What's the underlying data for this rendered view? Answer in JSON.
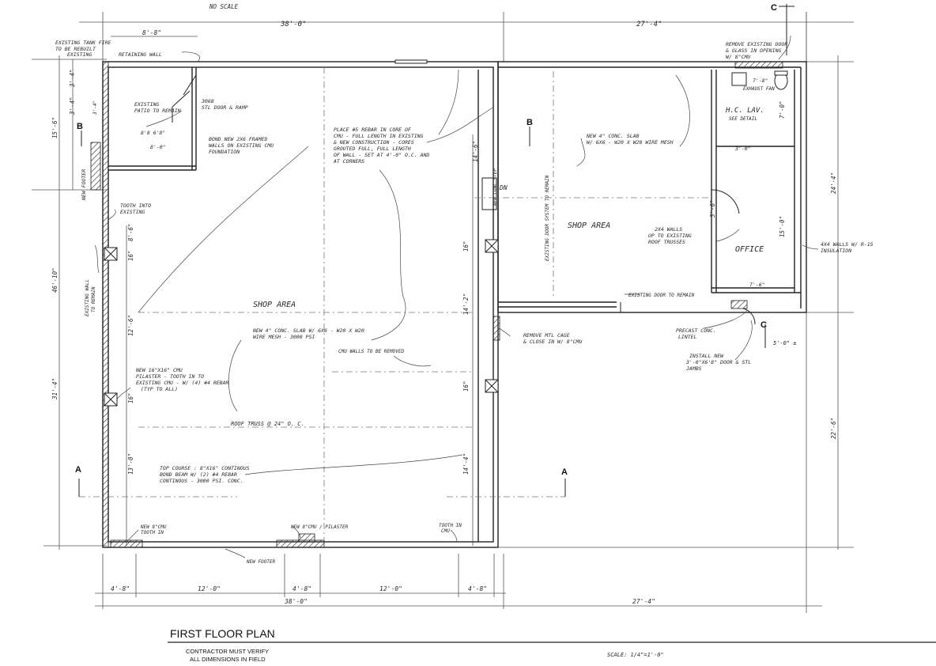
{
  "header": {
    "scale_top": "NO SCALE",
    "dim_left_overall": "38'-0\"",
    "dim_right_overall": "27'-4\"",
    "dim_small_top": "8'-8\""
  },
  "notes": {
    "existing_fire": "EXISTING TANK FIRE",
    "to_be_rebuilt": "TO BE REBUILT",
    "existing": "EXISTING",
    "retaining_wall": "RETAINING WALL",
    "remove_existing_door": "REMOVE EXISTING DOOR",
    "glass_opening": "& GLASS IN OPENING",
    "with_cmu": "W/ 8\"CMU",
    "existing_patio": "EXISTING",
    "patio_to_remain": "PATIO TO REMAIN",
    "door_ramp": "3068",
    "door_ramp_2": "STL DOOR & RAMP",
    "opening_w": "8'8 6'8\"",
    "opening_w2": "8'-0\"",
    "bond_new": "BOND NEW 2X6 FRAMED",
    "walls_on_existing": "WALLS ON EXISTING CMU",
    "foundation": "FOUNDATION",
    "place_rebar_1": "PLACE #5 REBAR IN CORE OF",
    "place_rebar_2": "CMU - FULL LENGTH IN EXISTING",
    "place_rebar_3": "& NEW CONSTRUCTION - CORES",
    "place_rebar_4": "GROUTED FULL, FULL LENGTH",
    "place_rebar_5": "OF WALL - SET AT 4'-0\" O.C. AND",
    "place_rebar_6": "AT CORNERS",
    "new_slab_right_1": "NEW 4\" CONC. SLAB",
    "new_slab_right_2": "W/ 6X6 - W20 X W20 WIRE MESH",
    "exhaust_fan": "EXHAUST FAN",
    "hc_lav": "H.C. LAV.",
    "see_detail": "SEE DETAIL",
    "dim_7_8": "7'-8\"",
    "dim_7_0": "7'-0\"",
    "dim_3_0": "3'-0\"",
    "dim_15_0": "15'-0\"",
    "dim_7_6": "7'-6\"",
    "new_footer": "NEW FOOTER",
    "tooth_into_1": "TOOTH INTO",
    "tooth_into_2": "EXISTING",
    "existing_door_remain": "EXISTING DOOR TO REMAIN",
    "existing_door_system": "EXISTING DOOR SYSTEM TO REMAIN",
    "shop_area_right": "SHOP AREA",
    "shop_area_left": "SHOP  AREA",
    "office": "OFFICE",
    "walls_2x4_1": "2X4 WALLS",
    "walls_2x4_2": "UP TO EXISTING",
    "walls_2x4_3": "ROOF TRUSSES",
    "walls_4x4_1": "4X4 WALLS W/ R-15",
    "walls_4x4_2": "INSULATION",
    "dn": "DN",
    "new_steps": "NEW CONC STEP",
    "existing_door_to_remain_2": "EXISTING DOOR TO REMAIN",
    "precast_1": "PRECAST CONC.",
    "precast_2": "LINTEL",
    "install_new_1": "INSTALL NEW",
    "install_new_2": "3'-0\"X6'8\" DOOR & STL",
    "install_new_3": "JAMBS",
    "dim_5_0": "5'-0\" ±",
    "new_slab_left_1": "NEW 4\" CONC. SLAB W/ 6X6 - W20 X W20",
    "new_slab_left_2": "WIRE MESH - 3000 PSI",
    "cmu_walls_removed": "CMU WALLS TO BE REMOVED",
    "remove_mtl_1": "REMOVE MTL CAGE",
    "remove_mtl_2": "& CLOSE IN W/ 8\"CMU",
    "new_pilaster_1": "NEW 16\"X16\" CMU",
    "new_pilaster_2": "PILASTER - TOOTH IN TO",
    "new_pilaster_3": "EXISTING CMU - W/ (4) #4 REBAR",
    "new_pilaster_4": "(TYP TO ALL)",
    "roof_truss": "ROOF TRUSS @ 24\" O. C.",
    "top_course_1": "TOP COURSE : 8\"X16\" CONTINOUS",
    "top_course_2": "BOND BEAM W/ (2) #4 REBAR",
    "top_course_3": "CONTINOUS - 3000 PSI. CONC.",
    "existing_wall_remain_1": "EXISTING WALL",
    "existing_wall_remain_2": "TO REMAIN",
    "new_cmu_tooth_1": "NEW 8\"CMU",
    "new_cmu_tooth_2": "TOOTH IN",
    "new_cmu_pilaster": "NEW 8\"CMU / PILASTER",
    "tooth_in_cmu_1": "TOOTH IN",
    "tooth_in_cmu_2": "CMU",
    "new_footer_bottom": "NEW FOOTER",
    "dim_16a": "16\"",
    "dim_16b": "16\"",
    "dim_16c": "16\"",
    "dim_16d": "16\"",
    "dim_8_6": "8'-6\"",
    "dim_12_6": "12'-6\"",
    "dim_13_0": "13'-0\"",
    "dim_14_4": "14'-4\"",
    "dim_14_2": "14'-2\"",
    "dim_14_6": "14'-6\"",
    "dim_left_15_6": "15'-6\"",
    "dim_left_46_10": "46'-10\"",
    "dim_left_31_4": "31'-4\"",
    "dim_right_24_4": "24'-4\"",
    "dim_right_22_6": "22'-6\"",
    "dim_left_small_1": "3'-4\"",
    "dim_left_small_2": "3'-4\"",
    "dim_ramp": "3'-4\"",
    "dim_3_6": "3'-6\""
  },
  "section_marks": {
    "a_left": "A",
    "a_right": "A",
    "b_left": "B",
    "b_right": "B",
    "c_top": "C",
    "c_bottom": "C"
  },
  "bottom_dims": {
    "d1": "4'-8\"",
    "d2": "12'-0\"",
    "d3": "4'-8\"",
    "d4": "12'-0\"",
    "d5": "4'-8\"",
    "overall_left": "38'-0\"",
    "overall_right": "27'-4\""
  },
  "title_block": {
    "title": "FIRST FLOOR PLAN",
    "note_1": "CONTRACTOR MUST VERIFY",
    "note_2": "ALL DIMENSIONS IN FIELD",
    "scale": "SCALE: 1/4\"=1'-0\""
  }
}
